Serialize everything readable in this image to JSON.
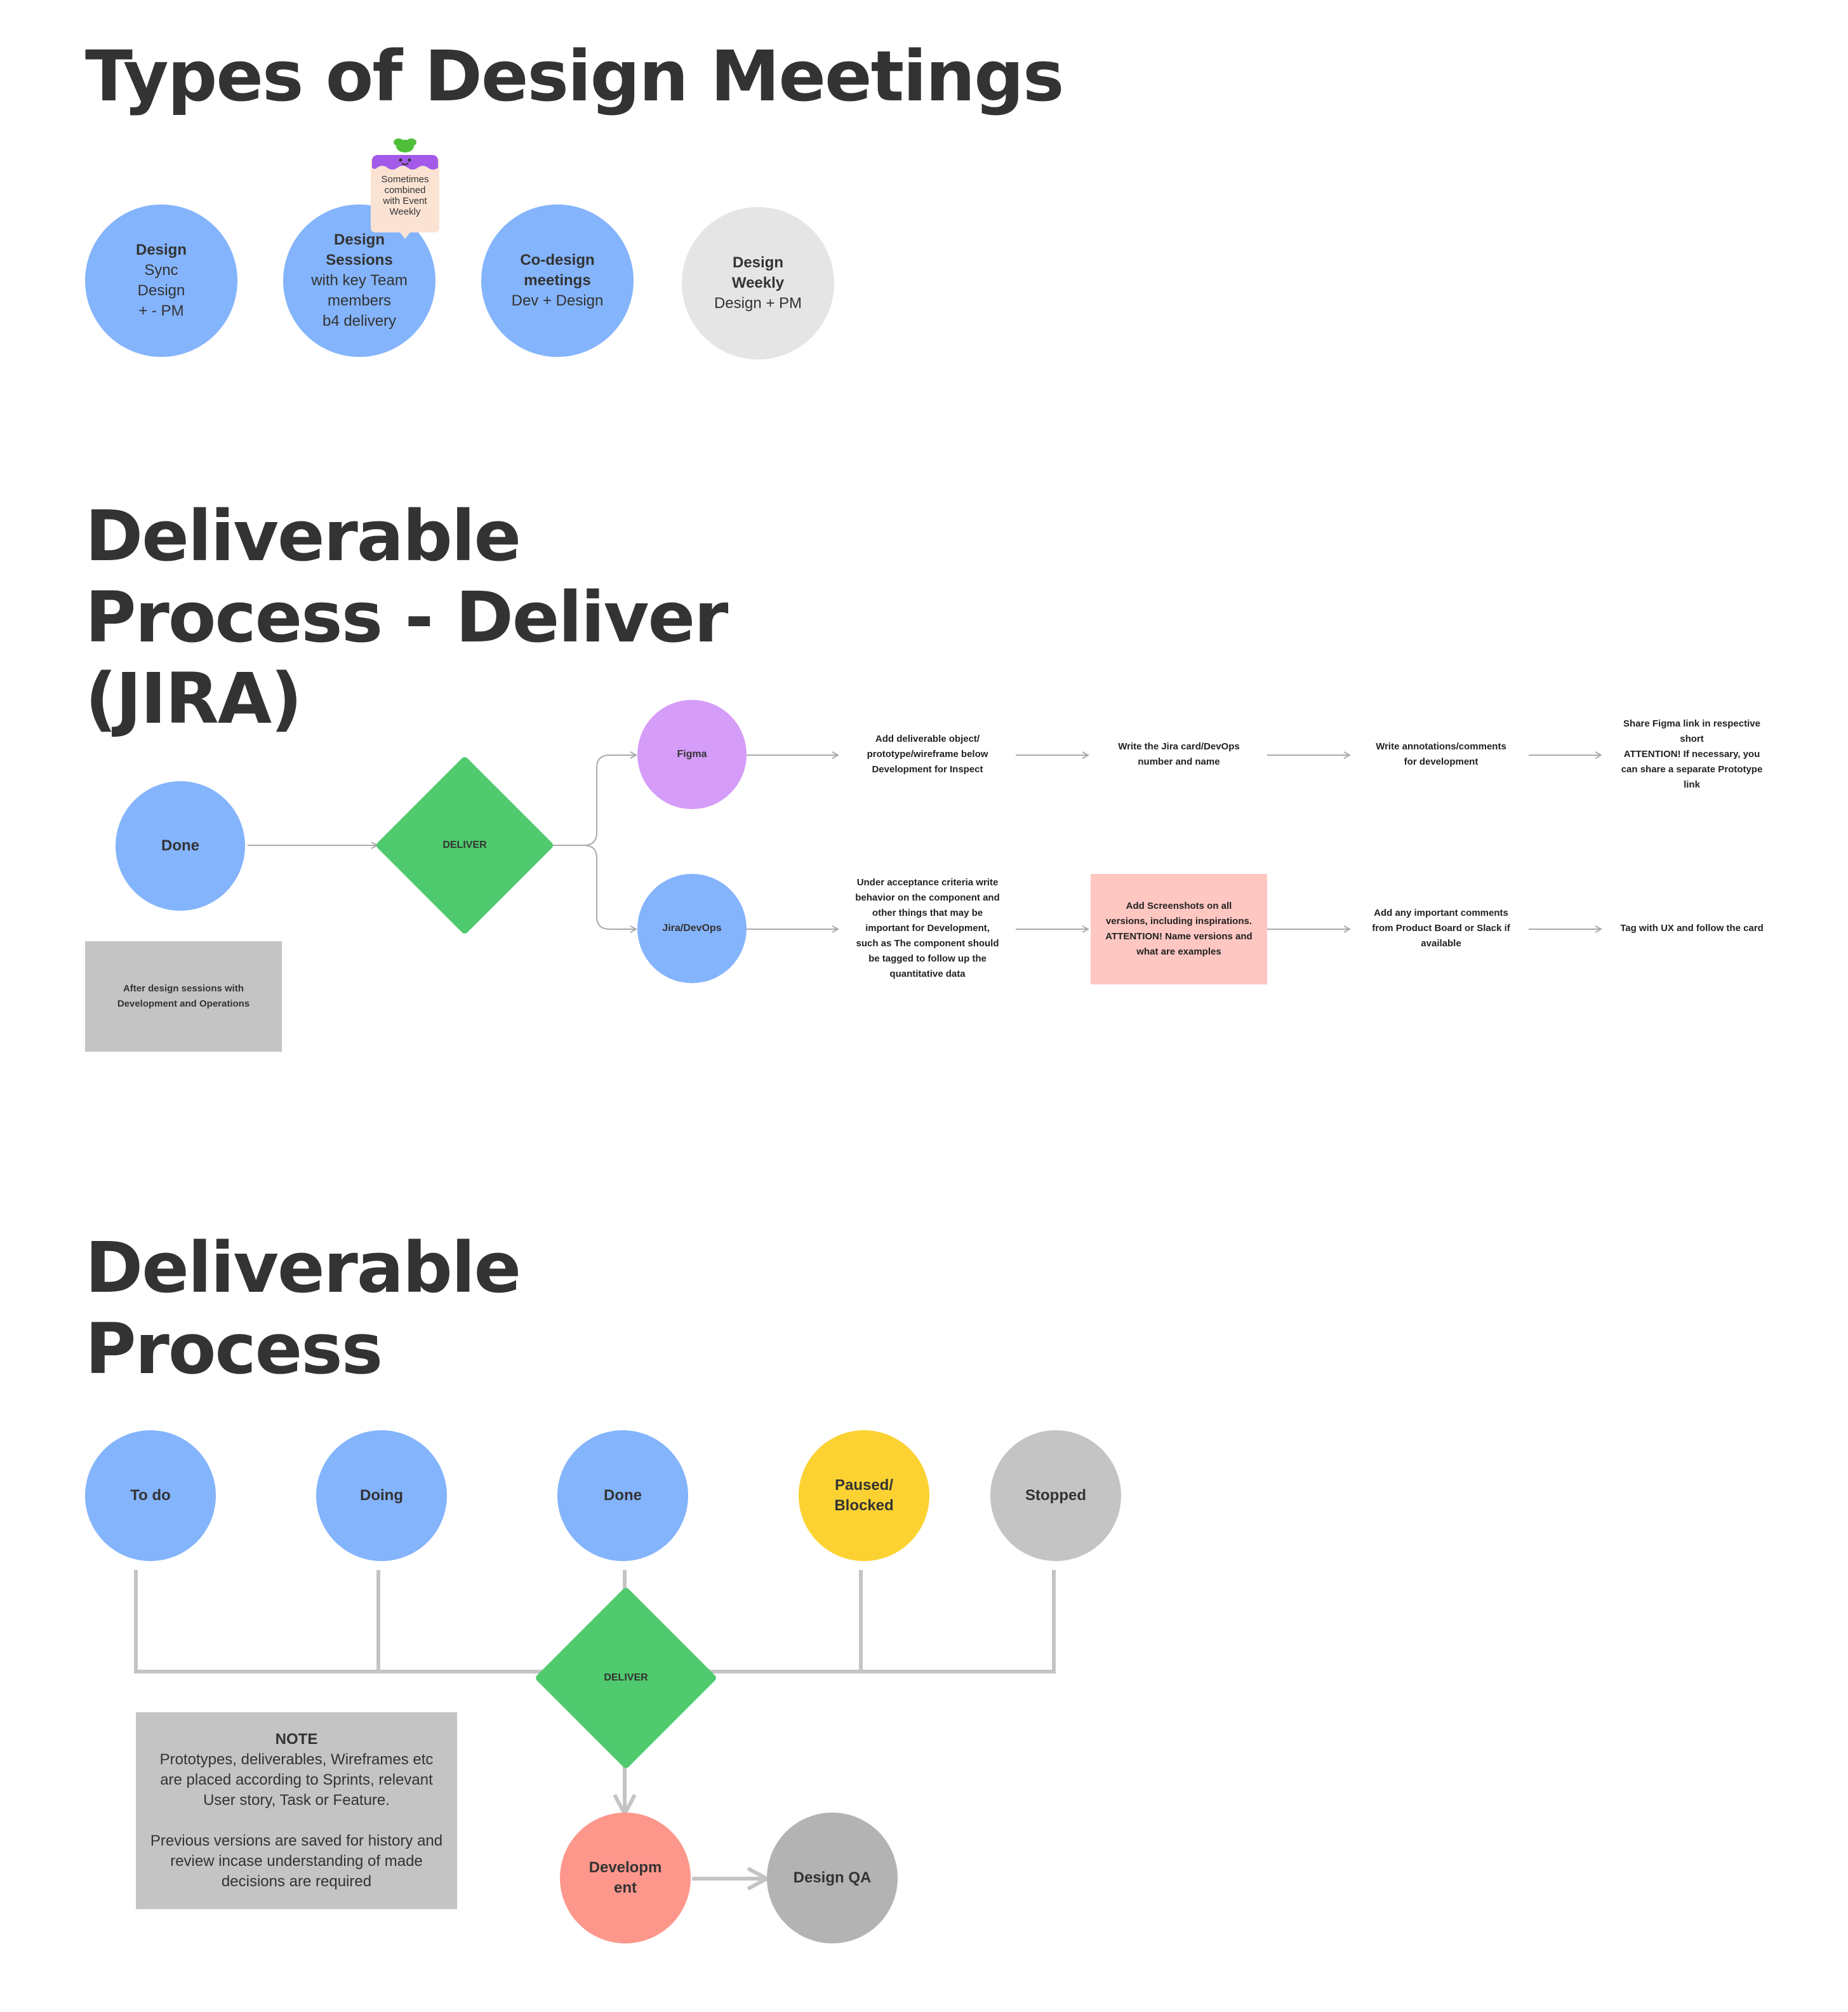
{
  "sections": {
    "meetings_title": "Types of Design Meetings",
    "deliver_jira_title": "Deliverable\nProcess - Deliver\n(JIRA)",
    "deliverable_title": "Deliverable\nProcess"
  },
  "meetings": [
    {
      "title": "Design",
      "lines": [
        "Sync",
        "Design",
        "+ - PM"
      ],
      "color": "#84b4fc"
    },
    {
      "title": "Design\nSessions",
      "lines": [
        "with key Team",
        "members",
        "b4 delivery"
      ],
      "color": "#84b4fc"
    },
    {
      "title": "Co-design\nmeetings",
      "lines": [
        "Dev + Design"
      ],
      "color": "#84b4fc"
    },
    {
      "title": "Design\nWeekly",
      "lines": [
        "Design + PM"
      ],
      "color": "#e5e5e5"
    }
  ],
  "sticker_note": "Sometimes\ncombined\nwith Event\nWeekly",
  "jira_flow": {
    "done": "Done",
    "deliver": "DELIVER",
    "note": "After design sessions with\nDevelopment and Operations",
    "figma": "Figma",
    "jira": "Jira/DevOps",
    "figma_steps": [
      "Add deliverable object/\nprototype/wireframe below\nDevelopment for Inspect",
      "Write the Jira card/DevOps\nnumber and name",
      "Write annotations/comments\nfor development",
      "Share Figma link in respective\nshort\nATTENTION! If necessary, you\ncan share a separate Prototype\nlink"
    ],
    "jira_steps": [
      "Under acceptance criteria write\nbehavior on the component and\nother things that may be\nimportant for Development,\nsuch as The component should\nbe tagged to follow up the\nquantitative data",
      "Add Screenshots on all\nversions, including inspirations.\nATTENTION! Name versions and\nwhat are examples",
      "Add any important comments\nfrom Product Board or Slack if\navailable",
      "Tag with UX and follow the card"
    ]
  },
  "process_flow": {
    "states": [
      {
        "label": "To do",
        "color": "#84b4fc"
      },
      {
        "label": "Doing",
        "color": "#84b4fc"
      },
      {
        "label": "Done",
        "color": "#84b4fc"
      },
      {
        "label": "Paused/\nBlocked",
        "color": "#fcd232"
      },
      {
        "label": "Stopped",
        "color": "#c4c4c4"
      }
    ],
    "deliver": "DELIVER",
    "development": "Developm\nent",
    "design_qa": "Design QA",
    "note_title": "NOTE",
    "note_body": "Prototypes, deliverables, Wireframes etc\nare placed according to Sprints, relevant\nUser story, Task or Feature.\n\nPrevious versions are saved for history and\nreview incase understanding of made\ndecisions are required"
  },
  "colors": {
    "blue": "#84b4fc",
    "purple": "#d59cf8",
    "green": "#4fca6e",
    "gray": "#c4c4c4",
    "light_gray": "#e5e5e5",
    "yellow": "#fcd232",
    "salmon": "#fd978b",
    "dark_gray": "#b3b3b3",
    "pink_box": "#ffc7c2"
  }
}
